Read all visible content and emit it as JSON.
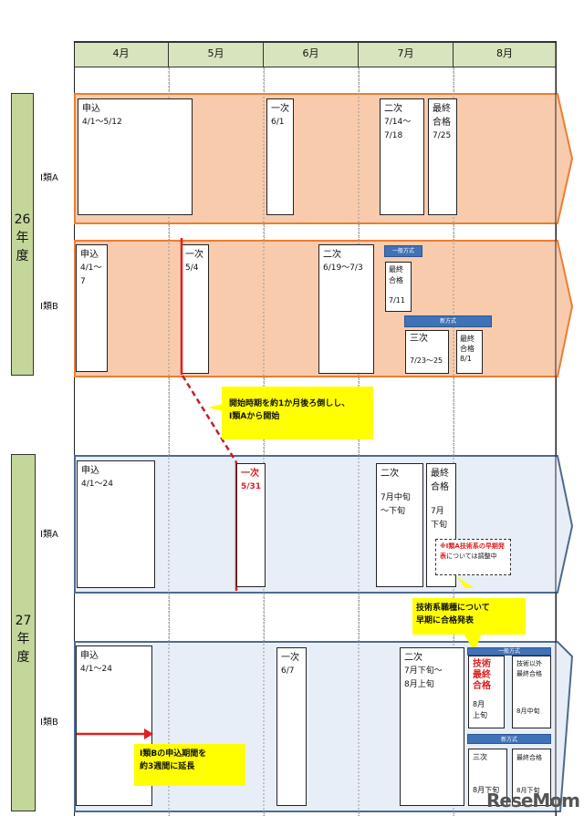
{
  "header": {
    "months": [
      "4月",
      "5月",
      "6月",
      "7月",
      "8月"
    ]
  },
  "years": [
    {
      "label_num": "26",
      "label_nen": "年",
      "label_do": "度",
      "rows": [
        {
          "category": "Ⅰ類A",
          "boxes": [
            {
              "title": "申込",
              "lines": [
                "4/1～5/12"
              ]
            },
            {
              "title": "一次",
              "lines": [
                "6/1"
              ]
            },
            {
              "title": "二次",
              "lines": [
                "7/14～",
                "7/18"
              ]
            },
            {
              "title": "最終",
              "lines": [
                "合格",
                "7/25"
              ]
            }
          ]
        },
        {
          "category": "Ⅰ類B",
          "boxes": [
            {
              "title": "申込",
              "lines": [
                "4/1～",
                "7"
              ]
            },
            {
              "title": "一次",
              "lines": [
                "5/4"
              ]
            },
            {
              "title": "二次",
              "lines": [
                "6/19～7/3"
              ]
            },
            {
              "title": "最終",
              "lines": [
                "合格",
                "",
                "7/11"
              ]
            },
            {
              "title": "三次",
              "lines": [
                "",
                "7/23～25"
              ]
            },
            {
              "title": "最終",
              "lines": [
                "合格",
                "8/1"
              ]
            }
          ],
          "pills": [
            "一般方式",
            "新方式"
          ]
        }
      ]
    },
    {
      "label_num": "27",
      "label_nen": "年",
      "label_do": "度",
      "rows": [
        {
          "category": "Ⅰ類A",
          "boxes": [
            {
              "title": "申込",
              "lines": [
                "4/1～24"
              ]
            },
            {
              "title": "一次",
              "lines": [
                "5/31"
              ]
            },
            {
              "title": "二次",
              "lines": [
                "",
                "7月中旬",
                "～下旬"
              ]
            },
            {
              "title": "最終",
              "lines": [
                "合格",
                "",
                "7月",
                "下旬"
              ]
            }
          ],
          "note": {
            "red": "※Ⅰ類A技術系の早期発表",
            "rest": "については調整中"
          }
        },
        {
          "category": "Ⅰ類B",
          "boxes": [
            {
              "title": "申込",
              "lines": [
                "4/1～24"
              ]
            },
            {
              "title": "一次",
              "lines": [
                "6/7"
              ]
            },
            {
              "title": "二次",
              "lines": [
                "7月下旬～",
                "8月上旬"
              ]
            },
            {
              "title": "技術",
              "lines": [
                "最終",
                "合格",
                "",
                "8月",
                "上旬"
              ]
            },
            {
              "title": "技術以外",
              "lines": [
                "最終合格",
                "",
                "",
                "",
                "8月中旬"
              ]
            },
            {
              "title": "三次",
              "lines": [
                "",
                "",
                "",
                "8月下旬"
              ]
            },
            {
              "title": "最終合格",
              "lines": [
                "",
                "",
                "",
                "8月下旬"
              ]
            }
          ],
          "pills": [
            "一般方式",
            "新方式"
          ]
        }
      ]
    }
  ],
  "callouts": {
    "shift": [
      "開始時期を約1か月後ろ倒しし、",
      "Ⅰ類Aから開始"
    ],
    "early": [
      "技術系職種について",
      "早期に合格発表"
    ],
    "extend": [
      "Ⅰ類Bの申込期間を",
      "約3週間に延長"
    ]
  },
  "watermark": "ReseMom",
  "colors": {
    "header": "#d7e4bd",
    "year_label": "#c4d79b",
    "band_2014": "#f8cbad",
    "band_2014_border": "#ed7d31",
    "band_2015": "#e8eef7",
    "band_2015_border": "#4f6a8f",
    "callout": "#ffff00",
    "accent_red": "#e02020",
    "pill": "#3f72b6"
  }
}
